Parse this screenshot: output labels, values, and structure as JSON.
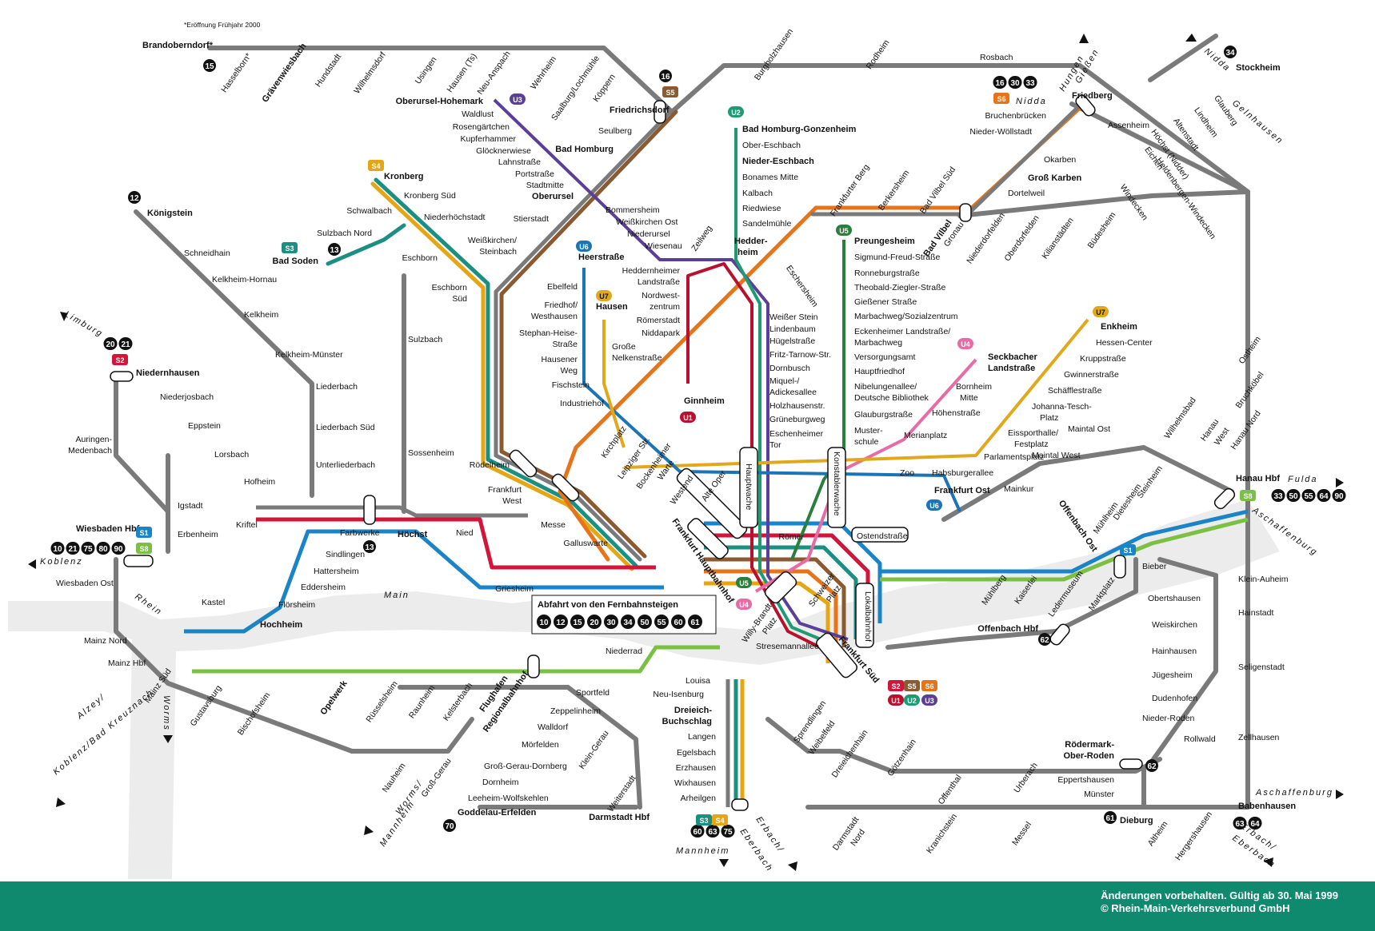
{
  "note_top": "*Eröffnung Frühjahr 2000",
  "footer": {
    "line1": "Änderungen vorbehalten. Gültig ab 30. Mai 1999",
    "line2": "© Rhein-Main-Verkehrsverbund GmbH"
  },
  "river": "Main",
  "river2": "Rhein",
  "river3": "Nidda",
  "fernbahn": {
    "title": "Abfahrt von den Fernbahnsteigen",
    "badges": [
      "10",
      "12",
      "15",
      "20",
      "30",
      "34",
      "50",
      "55",
      "60",
      "61"
    ]
  },
  "colors": {
    "regional": "#7a7a7a",
    "s1": "#1a84c7",
    "s2": "#d2153a",
    "s3": "#1a8f82",
    "s4": "#e6a512",
    "s5": "#8a5a32",
    "s6": "#e5741a",
    "s8": "#7bc043",
    "u1": "#b8112f",
    "u2": "#1f9a72",
    "u3": "#5b3e97",
    "u4": "#e86ba6",
    "u5": "#2a7f3c",
    "u6": "#1a74b8",
    "u7": "#e0a81a",
    "footer": "#0f8a6f"
  },
  "line_badges": {
    "s2": "S2",
    "s3": "S3",
    "s4": "S4",
    "s5": "S5",
    "s6": "S6",
    "s8": "S8",
    "s1": "S1",
    "u1": "U1",
    "u2": "U2",
    "u3": "U3",
    "u4": "U4",
    "u5": "U5",
    "u6": "U6",
    "u7": "U7"
  },
  "directions": {
    "limburg": "Limburg",
    "koblenz": "Koblenz",
    "alzey": "Alzey/",
    "alzey2": "Koblenz/Bad Kreuznach",
    "worms": "Worms",
    "worms_mannheim": "Worms/",
    "worms_mannheim2": "Mannheim",
    "mannheim": "Mannheim",
    "erbach1": "Erbach/",
    "erbach2": "Eberbach",
    "erbach3": "Erbach/",
    "erbach4": "Eberbach",
    "aschaffenburg1": "Aschaffenburg",
    "aschaffenburg2": "Aschaffenburg",
    "fulda": "Fulda",
    "giessen": "Gießen",
    "hungen": "Hungen",
    "nidda": "Nidda",
    "nidda2": "Nidda",
    "gelnhausen": "Gelnhausen"
  },
  "stations": {
    "brandoberndorf": "Brandoberndorf*",
    "hasselborn": "Hasselborn*",
    "graevenwiesbach": "Grävenwiesbach",
    "hundstadt": "Hundstadt",
    "wilhelmsdorf": "Wilhelmsdorf",
    "usingen": "Usingen",
    "hausen_ts": "Hausen (Ts)",
    "neu_anspach": "Neu-Anspach",
    "wehrheim": "Wehrheim",
    "saalburg": "Saalburg/Lochmühle",
    "koeppern": "Köppern",
    "friedrichsdorf": "Friedrichsdorf",
    "seulberg": "Seulberg",
    "bad_homburg": "Bad Homburg",
    "oberursel_hohemark": "Oberursel-Hohemark",
    "waldlust": "Waldlust",
    "rosengaertchen": "Rosengärtchen",
    "kupferhammer": "Kupferhammer",
    "gloecknerwiese": "Glöcknerwiese",
    "lahnstrasse": "Lahnstraße",
    "portstrasse": "Portstraße",
    "stadtmitte": "Stadtmitte",
    "oberursel": "Oberursel",
    "bommersheim": "Bommersheim",
    "weisskirchen_ost": "Weißkirchen Ost",
    "niederursel": "Niederursel",
    "wiesenau": "Wiesenau",
    "stierstadt": "Stierstadt",
    "weisskirchen_steinbach": "Weißkirchen/",
    "weisskirchen_steinbach2": "Steinbach",
    "kronberg": "Kronberg",
    "kronberg_sued": "Kronberg Süd",
    "niederhoechstadt": "Niederhöchstadt",
    "schwalbach": "Schwalbach",
    "sulzbach_nord": "Sulzbach Nord",
    "bad_soden": "Bad Soden",
    "eschborn": "Eschborn",
    "eschborn_sued": "Eschborn",
    "eschborn_sued2": "Süd",
    "koenigstein": "Königstein",
    "schneidhain": "Schneidhain",
    "kelkheim_hornau": "Kelkheim-Hornau",
    "kelkheim": "Kelkheim",
    "kelkheim_muenster": "Kelkheim-Münster",
    "liederbach": "Liederbach",
    "liederbach_sued": "Liederbach Süd",
    "unterliederbach": "Unterliederbach",
    "sulzbach": "Sulzbach",
    "sossenheim": "Sossenheim",
    "niedernhausen": "Niedernhausen",
    "niederjosbach": "Niederjosbach",
    "eppstein": "Eppstein",
    "lorsbach": "Lorsbach",
    "hofheim": "Hofheim",
    "kriftel": "Kriftel",
    "auringen": "Auringen-",
    "auringen2": "Medenbach",
    "igstadt": "Igstadt",
    "erbenheim": "Erbenheim",
    "wiesbaden_hbf": "Wiesbaden Hbf",
    "wiesbaden_ost": "Wiesbaden Ost",
    "farbwerke": "Farbwerke",
    "hoechst": "Höchst",
    "nied": "Nied",
    "sindlingen": "Sindlingen",
    "hattersheim": "Hattersheim",
    "eddersheim": "Eddersheim",
    "floersheim": "Flörsheim",
    "hochheim": "Hochheim",
    "kastel": "Kastel",
    "mainz_nord": "Mainz Nord",
    "mainz_hbf": "Mainz Hbf",
    "mainz_sued": "Mainz Süd",
    "gustavsburg": "Gustavsburg",
    "bischofsheim": "Bischofsheim",
    "opelwerk": "Opelwerk",
    "ruesselsheim": "Rüsselsheim",
    "raunheim": "Raunheim",
    "kelsterbach": "Kelsterbach",
    "flughafen": "Flughafen",
    "flughafen2": "Regionalbahnhof",
    "niederrad": "Niederrad",
    "sportfeld": "Sportfeld",
    "zeppelinheim": "Zeppelinheim",
    "walldorf": "Walldorf",
    "moerfelden": "Mörfelden",
    "nauheim": "Nauheim",
    "gross_gerau": "Groß-Gerau",
    "gross_gerau_dornberg": "Groß-Gerau-Dornberg",
    "dornheim": "Dornheim",
    "leeheim": "Leeheim-Wolfskehlen",
    "goddelau": "Goddelau-Erfelden",
    "klein_gerau": "Klein-Gerau",
    "weiterstadt": "Weiterstadt",
    "darmstadt_hbf": "Darmstadt Hbf",
    "roedelheim": "Rödelheim",
    "frankfurt_west": "Frankfurt",
    "frankfurt_west2": "West",
    "messe": "Messe",
    "galluswarte": "Galluswarte",
    "griesheim": "Griesheim",
    "frankfurt_hbf": "Frankfurt Hauptbahnhof",
    "taunusanlage": "",
    "hauptwache": "Hauptwache",
    "konstablerwache": "Konstablerwache",
    "ostendstrasse": "Ostendstraße",
    "lokalbahnhof": "Lokalbahnhof",
    "frankfurt_sued": "Frankfurt Süd",
    "stresemannallee": "Stresemannallee",
    "louisa": "Louisa",
    "neu_isenburg": "Neu-Isenburg",
    "dreieich": "Dreieich-",
    "dreieich2": "Buchschlag",
    "langen": "Langen",
    "egelsbach": "Egelsbach",
    "erzhausen": "Erzhausen",
    "wixhausen": "Wixhausen",
    "arheilgen": "Arheilgen",
    "zoo": "Zoo",
    "frankfurt_ost": "Frankfurt Ost",
    "maintal_west": "Maintal West",
    "maintal_ost": "Maintal Ost",
    "mainkur": "Mainkur",
    "wilhelmsbad": "Wilhelmsbad",
    "hanau_west": "Hanau",
    "hanau_west2": "West",
    "hanau_hbf": "Hanau Hbf",
    "hanau_nord": "Hanau Nord",
    "bruchkoebel": "Bruchköbel",
    "ostheim": "Ostheim",
    "muehlberg": "Mühlberg",
    "kaiserlei": "Kaiserlei",
    "ledermuseum": "Ledermuseum",
    "marktplatz": "Marktplatz",
    "offenbach_ost": "Offenbach Ost",
    "offenbach_hbf": "Offenbach Hbf",
    "bieber": "Bieber",
    "obertshausen": "Obertshausen",
    "weiskirchen": "Weiskirchen",
    "hainhausen": "Hainhausen",
    "juegesheim": "Jügesheim",
    "dudenhofen": "Dudenhofen",
    "nieder_roden": "Nieder-Roden",
    "rollwald": "Rollwald",
    "roedermark": "Rödermark-",
    "roedermark2": "Ober-Roden",
    "eppertshausen": "Eppertshausen",
    "muenster": "Münster",
    "dieburg": "Dieburg",
    "altheim": "Altheim",
    "hergershausen": "Hergershausen",
    "babenhausen": "Babenhausen",
    "zellhausen": "Zellhausen",
    "seligenstadt": "Seligenstadt",
    "hainstadt": "Hainstadt",
    "klein_auheim": "Klein-Auheim",
    "steinheim": "Steinheim",
    "dietesheim": "Dietesheim",
    "muehlheim": "Mühlheim",
    "sprendlingen": "Sprendlingen",
    "weibelfeld": "Weibelfeld",
    "dreieichenhain": "Dreieichenhain",
    "goetzenhain": "Götzenhain",
    "offenthal": "Offenthal",
    "urberach": "Urberach",
    "darmstadt_nord": "Darmstadt",
    "darmstadt_nord2": "Nord",
    "kranichstein": "Kranichstein",
    "messel": "Messel",
    "burgholzhausen": "Burgholzhausen",
    "rodheim": "Rodheim",
    "rosbach": "Rosbach",
    "friedberg": "Friedberg",
    "bruchenbruecken": "Bruchenbrücken",
    "nieder_woellstadt": "Nieder-Wöllstadt",
    "okarben": "Okarben",
    "gross_karben": "Groß Karben",
    "dortelweil": "Dortelweil",
    "bad_vilbel": "Bad Vilbel",
    "bad_vilbel_sued": "Bad Vilbel Süd",
    "berkersheim": "Berkersheim",
    "frankfurter_berg": "Frankfurter Berg",
    "eschersheim": "Eschersheim",
    "assenheim": "Assenheim",
    "stockheim": "Stockheim",
    "glauberg": "Glauberg",
    "lindheim": "Lindheim",
    "altenstadt": "Altenstadt",
    "hoechst_nidder": "Höchst (Nidder)",
    "eichen": "Eichen",
    "heldenbergen": "Heldenbergen-Windecken",
    "windecken": "Windecken",
    "buedesheim": "Büdesheim",
    "kilianstaedten": "Kilianstädten",
    "oberdorfelden": "Oberdorfelden",
    "niederdorfelden": "Niederdorfelden",
    "gronau": "Gronau",
    "bad_homburg_gonzenheim": "Bad Homburg-Gonzenheim",
    "ober_eschbach": "Ober-Eschbach",
    "nieder_eschbach": "Nieder-Eschbach",
    "bonames_mitte": "Bonames Mitte",
    "kalbach": "Kalbach",
    "riedwiese": "Riedwiese",
    "sandelmuehle": "Sandelmühle",
    "heddernheim": "Hedder-",
    "heddernheim2": "heim",
    "zeilweg": "Zeilweg",
    "weisser_stein": "Weißer Stein",
    "lindenbaum": "Lindenbaum",
    "huegelstrasse": "Hügelstraße",
    "fritz_tarnow": "Fritz-Tarnow-Str.",
    "dornbusch": "Dornbusch",
    "miquel": "Miquel-/",
    "miquel2": "Adickesallee",
    "holzhausenstr": "Holzhausenstr.",
    "grueneburgweg": "Grüneburgweg",
    "eschenheimer_tor": "Eschenheimer",
    "eschenheimer_tor2": "Tor",
    "heddernheimer_landstr": "Heddernheimer",
    "heddernheimer_landstr2": "Landstraße",
    "nordwestzentrum": "Nordwest-",
    "nordwestzentrum2": "zentrum",
    "roemerstadt": "Römerstadt",
    "niddapark": "Niddapark",
    "ginnheim": "Ginnheim",
    "heerstrasse": "Heerstraße",
    "ebelfeld": "Ebelfeld",
    "friedhof_westhausen": "Friedhof/",
    "friedhof_westhausen2": "Westhausen",
    "stephan_heise": "Stephan-Heise-",
    "stephan_heise2": "Straße",
    "hausener_weg": "Hausener",
    "hausener_weg2": "Weg",
    "fischstein": "Fischstein",
    "industriehof": "Industriehof",
    "hausen": "Hausen",
    "grosse_nelkenstrasse": "Große",
    "grosse_nelkenstrasse2": "Nelkenstraße",
    "kirchplatz": "Kirchplatz",
    "leipziger_str": "Leipziger Str.",
    "bockenheimer_warte": "Bockenheimer",
    "bockenheimer_warte2": "Warte",
    "westend": "Westend",
    "alte_oper": "Alte Oper",
    "preungesheim": "Preungesheim",
    "sigmund_freud": "Sigmund-Freud-Straße",
    "ronneburgstrasse": "Ronneburgstraße",
    "theobald_ziegler": "Theobald-Ziegler-Straße",
    "giessener_strasse": "Gießener Straße",
    "marbachweg": "Marbachweg/Sozialzentrum",
    "eckenheimer": "Eckenheimer Landstraße/",
    "eckenheimer2": "Marbachweg",
    "versorgungsamt": "Versorgungsamt",
    "hauptfriedhof": "Hauptfriedhof",
    "nibelungenallee": "Nibelungenallee/",
    "nibelungenallee2": "Deutsche Bibliothek",
    "glauburgstrasse": "Glauburgstraße",
    "musterschule": "Muster-",
    "musterschule2": "schule",
    "seckbacher": "Seckbacher",
    "seckbacher2": "Landstraße",
    "bornheim_mitte": "Bornheim",
    "bornheim_mitte2": "Mitte",
    "hoehenstrasse": "Höhenstraße",
    "merianplatz": "Merianplatz",
    "enkheim": "Enkheim",
    "hessen_center": "Hessen-Center",
    "kruppstrasse": "Kruppstraße",
    "gwinnerstrasse": "Gwinnerstraße",
    "schaefflestrasse": "Schäfflestraße",
    "johanna_tesch": "Johanna-Tesch-",
    "johanna_tesch2": "Platz",
    "eissporthalle": "Eissporthalle/",
    "eissporthalle2": "Festplatz",
    "parlamentsplatz": "Parlamentsplatz",
    "habsburgerallee": "Habsburgerallee",
    "roemer": "Römer",
    "willy_brandt": "Willy-Brandt-",
    "willy_brandt2": "Platz",
    "schweizer_platz": "Schweizer",
    "schweizer_platz2": "Platz"
  },
  "badges": {
    "brandoberndorf": "15",
    "friedrichsdorf": "16",
    "koenigstein": "12",
    "bad_soden": "13",
    "niedernhausen": [
      "20",
      "21"
    ],
    "hoechst": "13",
    "wiesbaden": [
      "10",
      "21",
      "75",
      "80",
      "90"
    ],
    "friedberg": [
      "16",
      "30",
      "33"
    ],
    "stockheim": "34",
    "hanau": [
      "33",
      "50",
      "55",
      "64",
      "90"
    ],
    "offenbach_hbf": "62",
    "roedermark": "62",
    "babenhausen": [
      "63",
      "64"
    ],
    "dieburg": "61",
    "darmstadt": [
      "60",
      "63",
      "75"
    ],
    "goddelau": "70"
  }
}
